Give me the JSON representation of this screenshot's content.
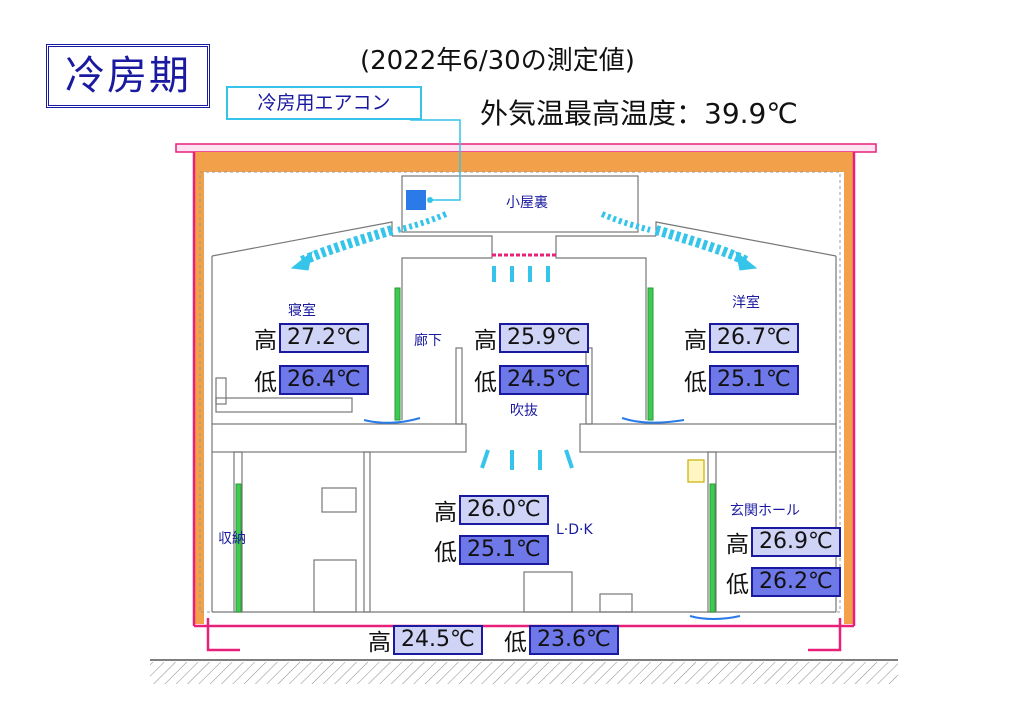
{
  "season_label": "冷房期",
  "subtitle": "(2022年6/30の測定値)",
  "ac_label": "冷房用エアコン",
  "outdoor": "外気温最高温度：39.9℃",
  "colors": {
    "hi_fill": "#cfd3f6",
    "lo_fill": "#6e78e8",
    "airflow": "#35c4ea",
    "frame": "#e8207a",
    "insulation": "#f3a04a",
    "text": "#1a1aa0"
  },
  "labels": {
    "high": "高",
    "low": "低"
  },
  "rooms": {
    "attic": {
      "name": "小屋裏"
    },
    "bedroom": {
      "name": "寝室",
      "high": "27.2℃",
      "low": "26.4℃"
    },
    "corridor": {
      "name": "廊下",
      "high": "25.9℃",
      "low": "24.5℃"
    },
    "western": {
      "name": "洋室",
      "high": "26.7℃",
      "low": "25.1℃"
    },
    "atrium": {
      "name": "吹抜"
    },
    "storage": {
      "name": "収納"
    },
    "ldk": {
      "name": "L·D·K",
      "high": "26.0℃",
      "low": "25.1℃"
    },
    "entrance": {
      "name": "玄関ホール",
      "high": "26.9℃",
      "low": "26.2℃"
    },
    "underfloor": {
      "high": "24.5℃",
      "low": "23.6℃"
    }
  }
}
